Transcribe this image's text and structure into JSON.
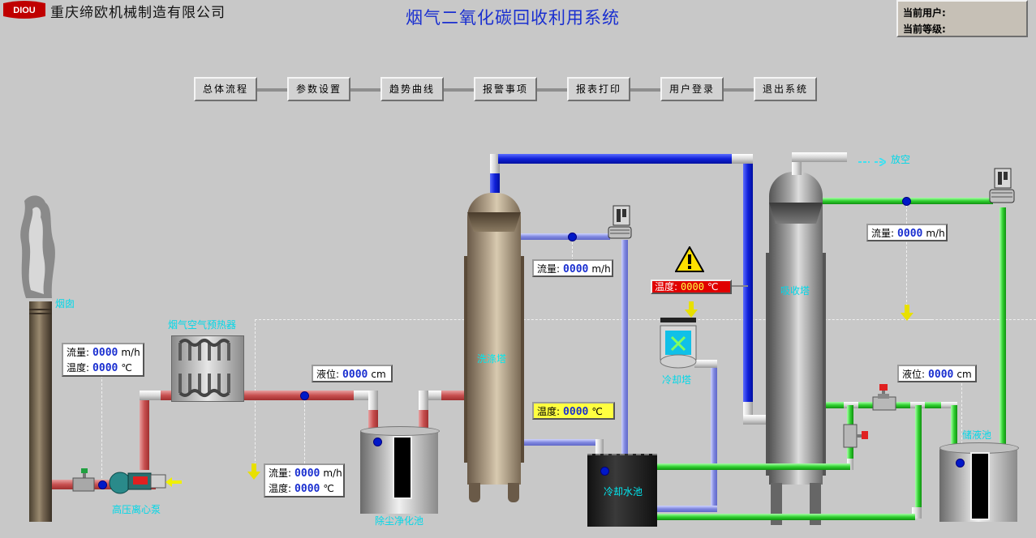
{
  "header": {
    "logo_text": "DIOU",
    "company": "重庆缔欧机械制造有限公司",
    "title": "烟气二氧化碳回收利用系统",
    "user_label": "当前用户:",
    "level_label": "当前等级:"
  },
  "nav": [
    "总体流程",
    "参数设置",
    "趋势曲线",
    "报警事项",
    "报表打印",
    "用户登录",
    "退出系统"
  ],
  "labels": {
    "chimney": "烟囱",
    "heat_exchanger": "烟气空气预热器",
    "pump": "高压离心泵",
    "dust_pool": "除尘净化池",
    "wash_tower": "洗涤塔",
    "cooling_pool": "冷却水池",
    "cooler": "冷却塔",
    "absorb_tower": "吸收塔",
    "storage_pool": "储液池",
    "vent": "放空"
  },
  "readouts": {
    "left_flow_label": "流量:",
    "left_flow": "0000",
    "left_flow_unit": "m/h",
    "left_temp_label": "温度:",
    "left_temp": "0000",
    "left_temp_unit": "℃",
    "pump_flow_label": "流量:",
    "pump_flow": "0000",
    "pump_flow_unit": "m/h",
    "pump_temp_label": "温度:",
    "pump_temp": "0000",
    "pump_temp_unit": "℃",
    "dust_level_label": "液位:",
    "dust_level": "0000",
    "dust_level_unit": "cm",
    "wash_flow_label": "流量:",
    "wash_flow": "0000",
    "wash_flow_unit": "m/h",
    "wash_temp_label": "温度:",
    "wash_temp": "0000",
    "wash_temp_unit": "℃",
    "alarm_temp_label": "温度:",
    "alarm_temp": "0000",
    "alarm_temp_unit": "℃",
    "absorb_flow_label": "流量:",
    "absorb_flow": "0000",
    "absorb_flow_unit": "m/h",
    "storage_level_label": "液位:",
    "storage_level": "0000",
    "storage_level_unit": "cm"
  },
  "colors": {
    "title": "#1a2fd0",
    "value": "#1a2fd0",
    "equipment_label": "#00d8e8",
    "alarm_bg": "#e00000",
    "temp_box_bg": "#ffff40"
  }
}
